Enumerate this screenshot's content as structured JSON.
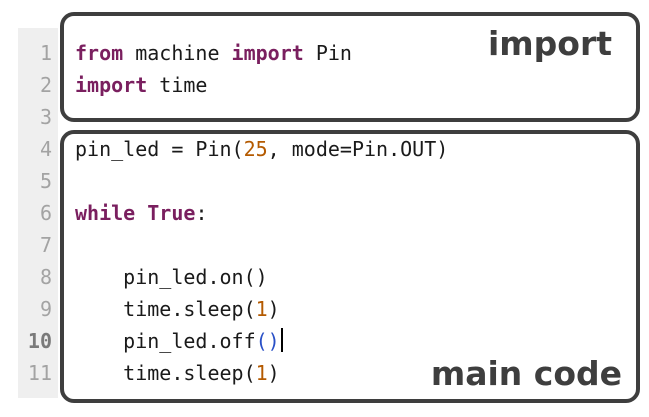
{
  "editor": {
    "lines": [
      {
        "num": "1",
        "tokens": [
          {
            "t": "from",
            "k": "kw"
          },
          {
            "t": " machine ",
            "k": ""
          },
          {
            "t": "import",
            "k": "kw"
          },
          {
            "t": " Pin",
            "k": ""
          }
        ]
      },
      {
        "num": "2",
        "tokens": [
          {
            "t": "import",
            "k": "kw"
          },
          {
            "t": " time",
            "k": ""
          }
        ]
      },
      {
        "num": "3",
        "tokens": []
      },
      {
        "num": "4",
        "tokens": [
          {
            "t": "pin_led = Pin(",
            "k": ""
          },
          {
            "t": "25",
            "k": "num"
          },
          {
            "t": ", mode=Pin.OUT)",
            "k": ""
          }
        ]
      },
      {
        "num": "5",
        "tokens": []
      },
      {
        "num": "6",
        "tokens": [
          {
            "t": "while",
            "k": "kw"
          },
          {
            "t": " ",
            "k": ""
          },
          {
            "t": "True",
            "k": "kw"
          },
          {
            "t": ":",
            "k": ""
          }
        ]
      },
      {
        "num": "7",
        "tokens": []
      },
      {
        "num": "8",
        "tokens": [
          {
            "t": "    pin_led.on()",
            "k": ""
          }
        ]
      },
      {
        "num": "9",
        "tokens": [
          {
            "t": "    time.sleep(",
            "k": ""
          },
          {
            "t": "1",
            "k": "num"
          },
          {
            "t": ")",
            "k": ""
          }
        ]
      },
      {
        "num": "10",
        "current": true,
        "tokens": [
          {
            "t": "    pin_led.off",
            "k": ""
          },
          {
            "t": "()",
            "k": "paren"
          },
          {
            "t": "",
            "k": "caret"
          }
        ]
      },
      {
        "num": "11",
        "tokens": [
          {
            "t": "    time.sleep(",
            "k": ""
          },
          {
            "t": "1",
            "k": "num"
          },
          {
            "t": ")",
            "k": ""
          }
        ]
      }
    ]
  },
  "annotations": {
    "import_label": "import",
    "main_label": "main code"
  },
  "colors": {
    "keyword": "#7a1f5f",
    "number": "#b45a00",
    "bracket_highlight": "#2950c7",
    "box_border": "#3e3e3e",
    "gutter_bg": "#efefef"
  }
}
